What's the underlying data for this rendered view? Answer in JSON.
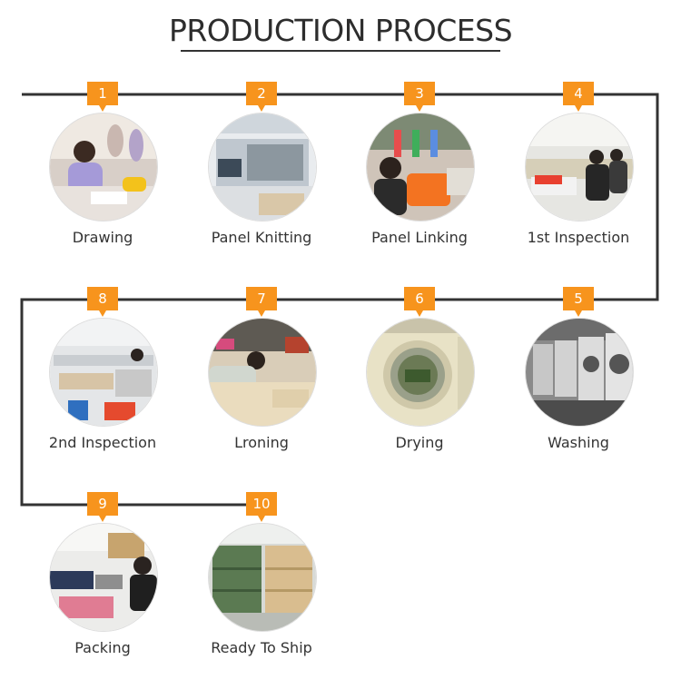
{
  "title": "PRODUCTION PROCESS",
  "accent_color": "#f7941d",
  "line_color": "#333333",
  "steps": [
    {
      "number": "1",
      "label": "Drawing",
      "icon": "drawing-photo"
    },
    {
      "number": "2",
      "label": "Panel Knitting",
      "icon": "knitting-machine-photo"
    },
    {
      "number": "3",
      "label": "Panel Linking",
      "icon": "linking-photo"
    },
    {
      "number": "4",
      "label": "1st Inspection",
      "icon": "inspection-photo"
    },
    {
      "number": "5",
      "label": "Washing",
      "icon": "washing-machine-photo"
    },
    {
      "number": "6",
      "label": "Drying",
      "icon": "dryer-photo"
    },
    {
      "number": "7",
      "label": "Lroning",
      "icon": "ironing-photo"
    },
    {
      "number": "8",
      "label": "2nd Inspection",
      "icon": "inspection-photo"
    },
    {
      "number": "9",
      "label": "Packing",
      "icon": "packing-photo"
    },
    {
      "number": "10",
      "label": "Ready To Ship",
      "icon": "warehouse-photo"
    }
  ]
}
